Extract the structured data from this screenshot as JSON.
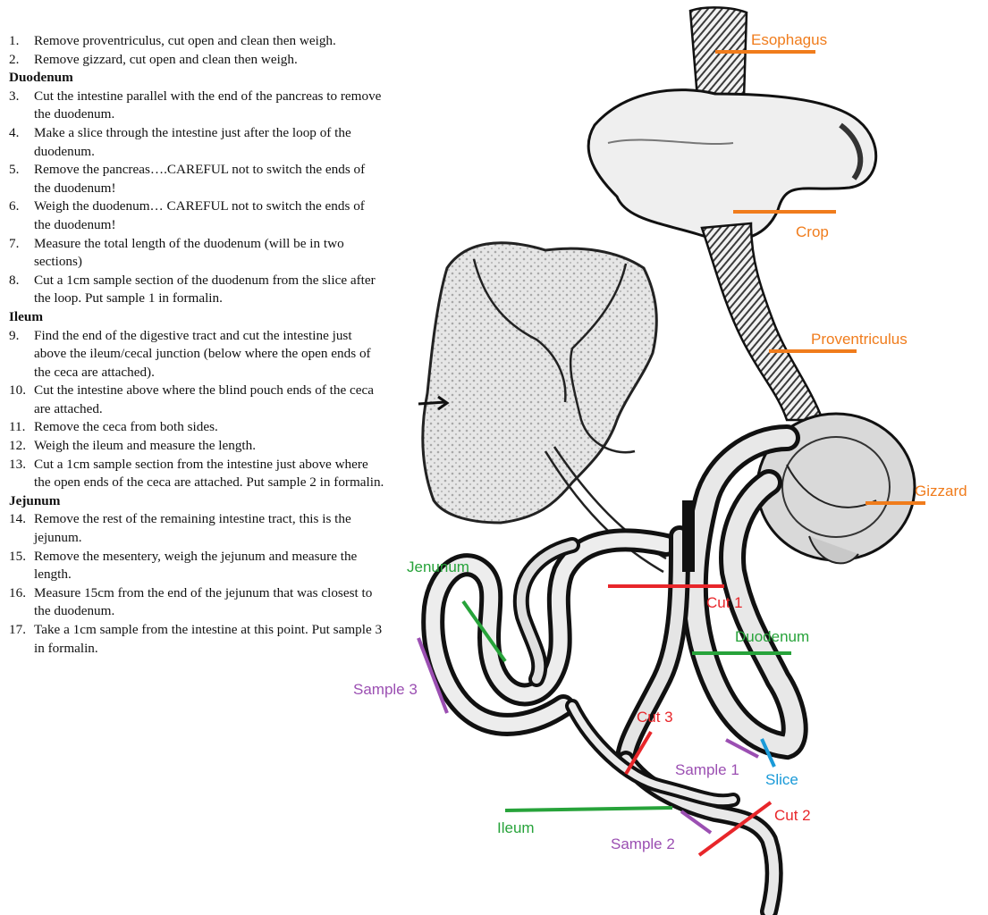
{
  "steps": [
    {
      "kind": "item",
      "num": "1.",
      "text": "Remove proventriculus, cut open and clean then weigh."
    },
    {
      "kind": "item",
      "num": "2.",
      "text": "Remove gizzard, cut open and clean then weigh."
    },
    {
      "kind": "header",
      "text": "Duodenum"
    },
    {
      "kind": "item",
      "num": "3.",
      "text": "Cut the intestine parallel with the end of the pancreas to remove the duodenum."
    },
    {
      "kind": "item",
      "num": "4.",
      "text": "Make a slice through the intestine just after the loop of the duodenum."
    },
    {
      "kind": "item",
      "num": "5.",
      "text": "Remove the pancreas….CAREFUL not to switch the ends of the duodenum!"
    },
    {
      "kind": "item",
      "num": "6.",
      "text": "Weigh the duodenum… CAREFUL not to switch the ends of the duodenum!"
    },
    {
      "kind": "item",
      "num": "7.",
      "text": "Measure the total length of the duodenum (will be in two sections)"
    },
    {
      "kind": "item",
      "num": "8.",
      "text": "Cut a 1cm sample section of the duodenum from the slice after the loop. Put sample 1 in formalin."
    },
    {
      "kind": "header",
      "text": "Ileum"
    },
    {
      "kind": "item",
      "num": "9.",
      "text": "Find the end of the digestive tract and cut the intestine just above the ileum/cecal junction (below where the open ends of the ceca are attached)."
    },
    {
      "kind": "item",
      "num": "10.",
      "text": "Cut the intestine above where the blind pouch ends of the ceca are attached."
    },
    {
      "kind": "item",
      "num": "11.",
      "text": "Remove the ceca from both sides."
    },
    {
      "kind": "item",
      "num": "12.",
      "text": "Weigh the ileum and measure the length."
    },
    {
      "kind": "item",
      "num": "13.",
      "text": "Cut a 1cm sample section from the intestine just above where the open ends of the ceca are attached. Put sample 2 in formalin."
    },
    {
      "kind": "header",
      "text": "Jejunum"
    },
    {
      "kind": "item",
      "num": "14.",
      "text": "Remove the rest of the remaining intestine tract, this is the jejunum."
    },
    {
      "kind": "item",
      "num": "15.",
      "text": "Remove the mesentery, weigh the jejunum and measure the length."
    },
    {
      "kind": "item",
      "num": "16.",
      "text": "Measure 15cm from the end of the jejunum that was closest to the duodenum."
    },
    {
      "kind": "item",
      "num": "17.",
      "text": "Take a 1cm sample from the intestine at this point. Put sample 3 in formalin."
    }
  ],
  "labels": {
    "esophagus": "Esophagus",
    "crop": "Crop",
    "proventriculus": "Proventriculus",
    "gizzard": "Gizzard",
    "cut1": "Cut 1",
    "jenunum": "Jenunum",
    "duodenum": "Duodenum",
    "sample3": "Sample 3",
    "cut3": "Cut 3",
    "sample1": "Sample 1",
    "slice": "Slice",
    "cut2": "Cut 2",
    "ileum": "Ileum",
    "sample2": "Sample 2"
  },
  "colors": {
    "organ": "#f07c1c",
    "cut": "#e8262a",
    "section": "#27a33a",
    "sample": "#9b4fb2",
    "slice": "#1a9ad8"
  }
}
